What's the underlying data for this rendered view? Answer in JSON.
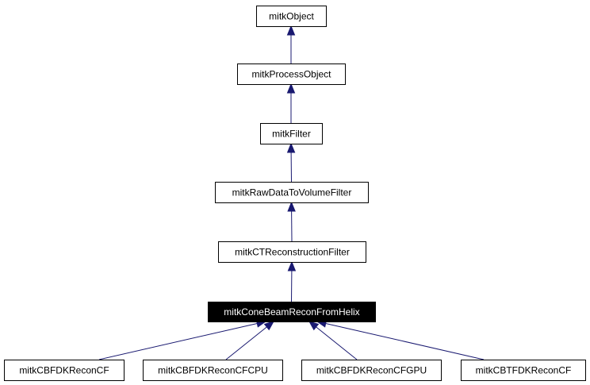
{
  "diagram": {
    "selected_node": "mitkConeBeamReconFromHelix",
    "edge_color": "#191970",
    "nodes": [
      {
        "id": "mitkObject",
        "label": "mitkObject"
      },
      {
        "id": "mitkProcessObject",
        "label": "mitkProcessObject"
      },
      {
        "id": "mitkFilter",
        "label": "mitkFilter"
      },
      {
        "id": "mitkRawDataToVolumeFilter",
        "label": "mitkRawDataToVolumeFilter"
      },
      {
        "id": "mitkCTReconstructionFilter",
        "label": "mitkCTReconstructionFilter"
      },
      {
        "id": "mitkConeBeamReconFromHelix",
        "label": "mitkConeBeamReconFromHelix"
      },
      {
        "id": "mitkCBFDKReconCF",
        "label": "mitkCBFDKReconCF"
      },
      {
        "id": "mitkCBFDKReconCFCPU",
        "label": "mitkCBFDKReconCFCPU"
      },
      {
        "id": "mitkCBFDKReconCFGPU",
        "label": "mitkCBFDKReconCFGPU"
      },
      {
        "id": "mitkCBTFDKReconCF",
        "label": "mitkCBTFDKReconCF"
      }
    ],
    "edges": [
      {
        "from": "mitkProcessObject",
        "to": "mitkObject"
      },
      {
        "from": "mitkFilter",
        "to": "mitkProcessObject"
      },
      {
        "from": "mitkRawDataToVolumeFilter",
        "to": "mitkFilter"
      },
      {
        "from": "mitkCTReconstructionFilter",
        "to": "mitkRawDataToVolumeFilter"
      },
      {
        "from": "mitkConeBeamReconFromHelix",
        "to": "mitkCTReconstructionFilter"
      },
      {
        "from": "mitkCBFDKReconCF",
        "to": "mitkConeBeamReconFromHelix"
      },
      {
        "from": "mitkCBFDKReconCFCPU",
        "to": "mitkConeBeamReconFromHelix"
      },
      {
        "from": "mitkCBFDKReconCFGPU",
        "to": "mitkConeBeamReconFromHelix"
      },
      {
        "from": "mitkCBTFDKReconCF",
        "to": "mitkConeBeamReconFromHelix"
      }
    ]
  }
}
